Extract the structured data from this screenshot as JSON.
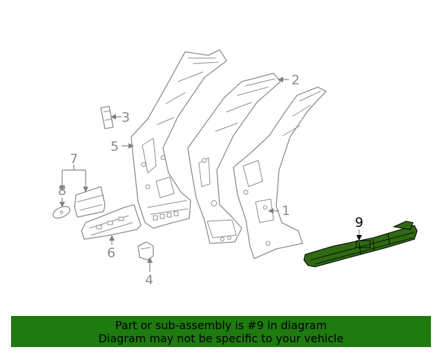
{
  "callouts": {
    "c1": "1",
    "c2": "2",
    "c3": "3",
    "c4": "4",
    "c5": "5",
    "c6": "6",
    "c7": "7",
    "c8": "8",
    "c9": "9"
  },
  "highlighted_part": "9",
  "banner": {
    "line1": "Part or sub-assembly is #9 in diagram",
    "line2": "Diagram may not be specific to your vehicle"
  },
  "colors": {
    "highlight": "#2f6a12",
    "banner_bg": "#1f7a0f",
    "line_art": "#8a8a8a"
  }
}
